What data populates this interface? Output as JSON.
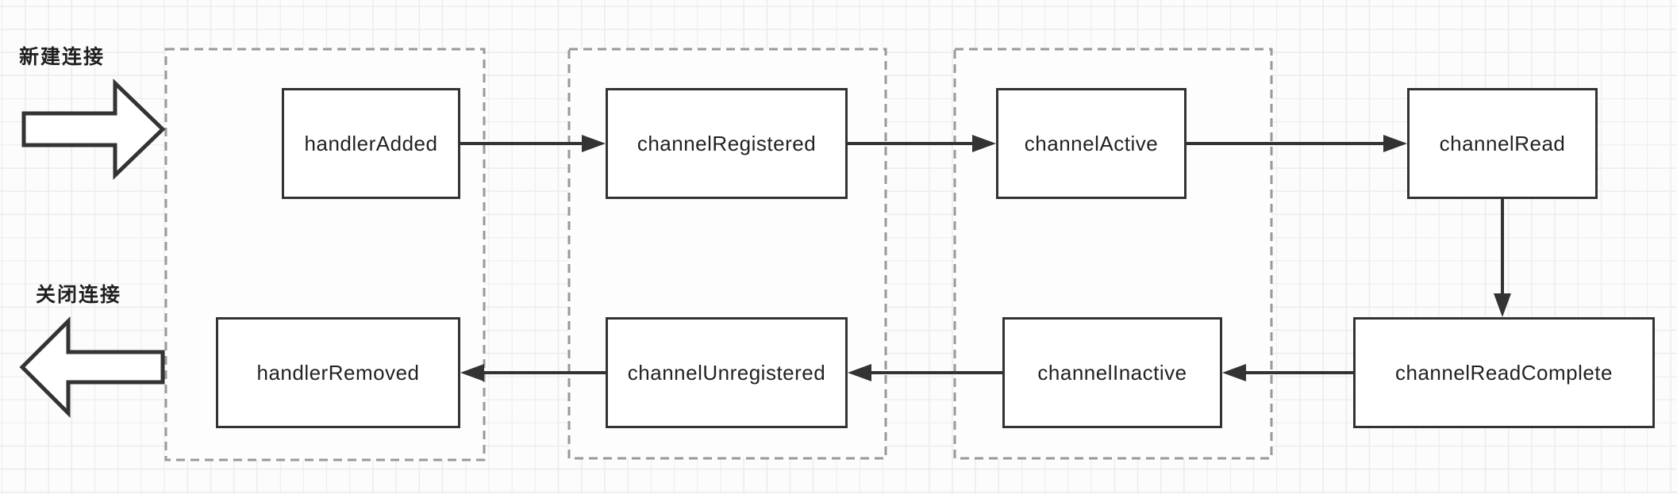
{
  "diagram": {
    "type": "flowchart",
    "annotations": {
      "new_connection": "新建连接",
      "close_connection": "关闭连接"
    },
    "nodes": [
      {
        "id": "handlerAdded",
        "label": "handlerAdded",
        "row": "top",
        "group": 1
      },
      {
        "id": "channelRegistered",
        "label": "channelRegistered",
        "row": "top",
        "group": 2
      },
      {
        "id": "channelActive",
        "label": "channelActive",
        "row": "top",
        "group": 3
      },
      {
        "id": "channelRead",
        "label": "channelRead",
        "row": "top",
        "group": null
      },
      {
        "id": "channelReadComplete",
        "label": "channelReadComplete",
        "row": "bottom",
        "group": null
      },
      {
        "id": "channelInactive",
        "label": "channelInactive",
        "row": "bottom",
        "group": 3
      },
      {
        "id": "channelUnregistered",
        "label": "channelUnregistered",
        "row": "bottom",
        "group": 2
      },
      {
        "id": "handlerRemoved",
        "label": "handlerRemoved",
        "row": "bottom",
        "group": 1
      }
    ],
    "edges": [
      {
        "from": "handlerAdded",
        "to": "channelRegistered"
      },
      {
        "from": "channelRegistered",
        "to": "channelActive"
      },
      {
        "from": "channelActive",
        "to": "channelRead"
      },
      {
        "from": "channelRead",
        "to": "channelReadComplete"
      },
      {
        "from": "channelReadComplete",
        "to": "channelInactive"
      },
      {
        "from": "channelInactive",
        "to": "channelUnregistered"
      },
      {
        "from": "channelUnregistered",
        "to": "handlerRemoved"
      }
    ],
    "groups": [
      {
        "members": [
          "handlerAdded",
          "handlerRemoved"
        ]
      },
      {
        "members": [
          "channelRegistered",
          "channelUnregistered"
        ]
      },
      {
        "members": [
          "channelActive",
          "channelInactive"
        ]
      }
    ],
    "colors": {
      "background": "#fcfcfc",
      "grid_line": "#ededed",
      "box_border": "#333333",
      "box_fill": "#ffffff",
      "group_border": "#999999",
      "group_fill": "#fdfdfd",
      "arrow": "#333333",
      "text": "#222222"
    }
  }
}
